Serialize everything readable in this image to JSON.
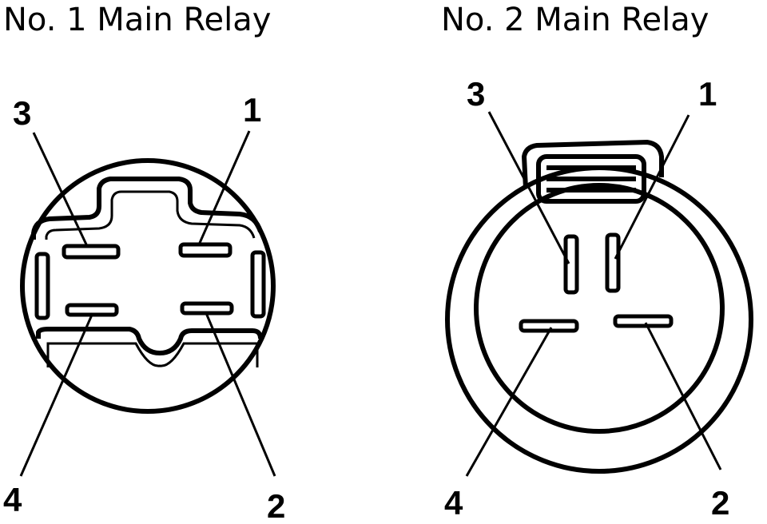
{
  "relay1": {
    "title": "No. 1 Main Relay",
    "pins": {
      "p1": "1",
      "p2": "2",
      "p3": "3",
      "p4": "4"
    }
  },
  "relay2": {
    "title": "No. 2 Main Relay",
    "pins": {
      "p1": "1",
      "p2": "2",
      "p3": "3",
      "p4": "4"
    }
  },
  "colors": {
    "ink": "#000000",
    "paper": "#ffffff"
  }
}
